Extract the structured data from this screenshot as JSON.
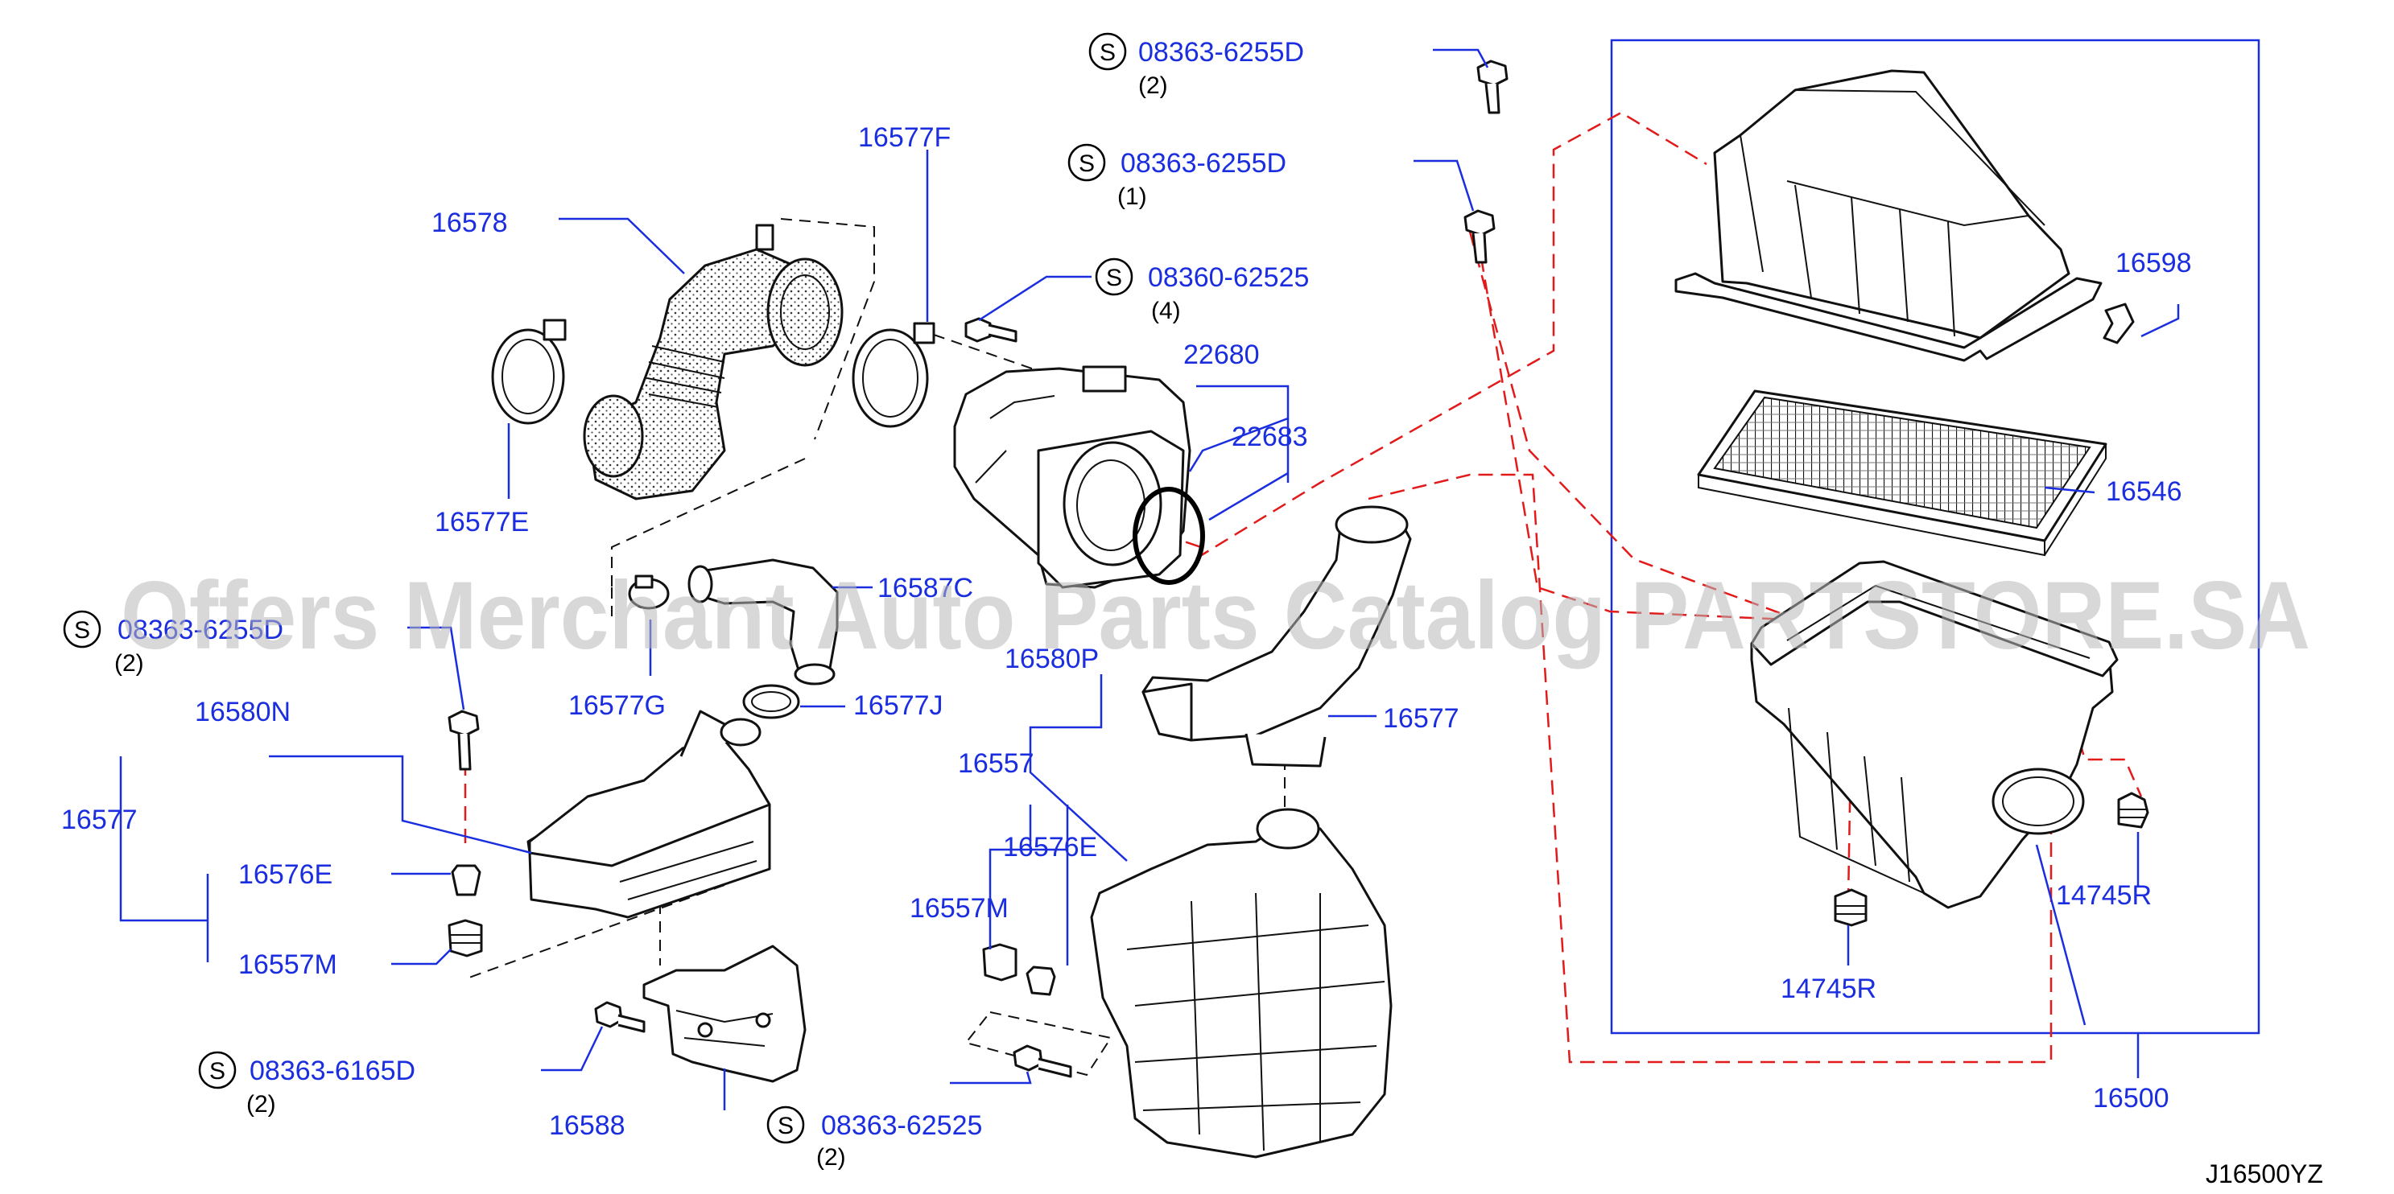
{
  "diagram": {
    "watermark": "Offers Merchant Auto Parts Catalog PARTSTORE.SA",
    "catalog_code": "J16500YZ",
    "screw_symbol": "S",
    "labels": [
      {
        "id": "pn-08363-6255D-a",
        "text": "08363-6255D",
        "qty": "(2)",
        "screw": true
      },
      {
        "id": "pn-08363-6255D-b",
        "text": "08363-6255D",
        "qty": "(1)",
        "screw": true
      },
      {
        "id": "pn-08360-62525",
        "text": "08360-62525",
        "qty": "(4)",
        "screw": true
      },
      {
        "id": "pn-16577F",
        "text": "16577F"
      },
      {
        "id": "pn-16578",
        "text": "16578"
      },
      {
        "id": "pn-16577E",
        "text": "16577E"
      },
      {
        "id": "pn-22680",
        "text": "22680"
      },
      {
        "id": "pn-22683",
        "text": "22683"
      },
      {
        "id": "pn-16598",
        "text": "16598"
      },
      {
        "id": "pn-16546",
        "text": "16546"
      },
      {
        "id": "pn-16587C",
        "text": "16587C"
      },
      {
        "id": "pn-08363-6255D-c",
        "text": "08363-6255D",
        "qty": "(2)",
        "screw": true
      },
      {
        "id": "pn-16577G",
        "text": "16577G"
      },
      {
        "id": "pn-16577J",
        "text": "16577J"
      },
      {
        "id": "pn-16580P",
        "text": "16580P"
      },
      {
        "id": "pn-16577-mid",
        "text": "16577"
      },
      {
        "id": "pn-16580N",
        "text": "16580N"
      },
      {
        "id": "pn-16577-left",
        "text": "16577"
      },
      {
        "id": "pn-16557",
        "text": "16557"
      },
      {
        "id": "pn-16576E-mid",
        "text": "16576E"
      },
      {
        "id": "pn-16576E-left",
        "text": "16576E"
      },
      {
        "id": "pn-16557M-mid",
        "text": "16557M"
      },
      {
        "id": "pn-16557M-left",
        "text": "16557M"
      },
      {
        "id": "pn-14745R-right",
        "text": "14745R"
      },
      {
        "id": "pn-14745R-bottom",
        "text": "14745R"
      },
      {
        "id": "pn-08363-6165D",
        "text": "08363-6165D",
        "qty": "(2)",
        "screw": true
      },
      {
        "id": "pn-16588",
        "text": "16588"
      },
      {
        "id": "pn-08363-62525",
        "text": "08363-62525",
        "qty": "(2)",
        "screw": true
      },
      {
        "id": "pn-16500",
        "text": "16500"
      }
    ]
  }
}
